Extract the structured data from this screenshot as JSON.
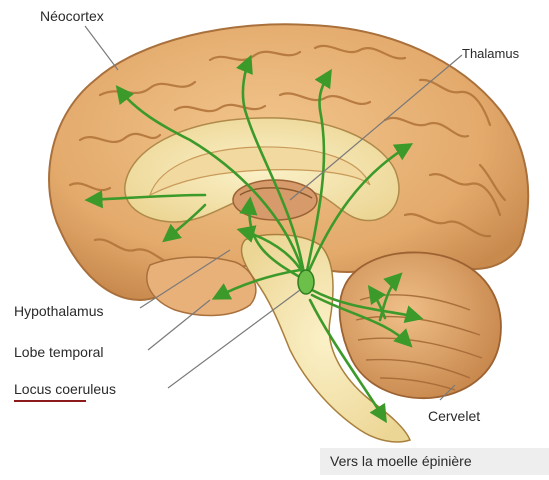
{
  "labels": {
    "neocortex": "Néocortex",
    "thalamus": "Thalamus",
    "hypothalamus": "Hypothalamus",
    "lobe_temporal": "Lobe temporal",
    "locus_coeruleus": "Locus coeruleus",
    "cervelet": "Cervelet",
    "moelle": "Vers la moelle épinière"
  },
  "colors": {
    "cortex_fill": "#e8b57a",
    "cortex_dark": "#b9783f",
    "inner_fill": "#f6e7b0",
    "pathway": "#3c9a2a",
    "locus_dot": "#6cc04a",
    "cerebellum": "#d9a06a",
    "accent_underline": "#8b1a1a"
  }
}
